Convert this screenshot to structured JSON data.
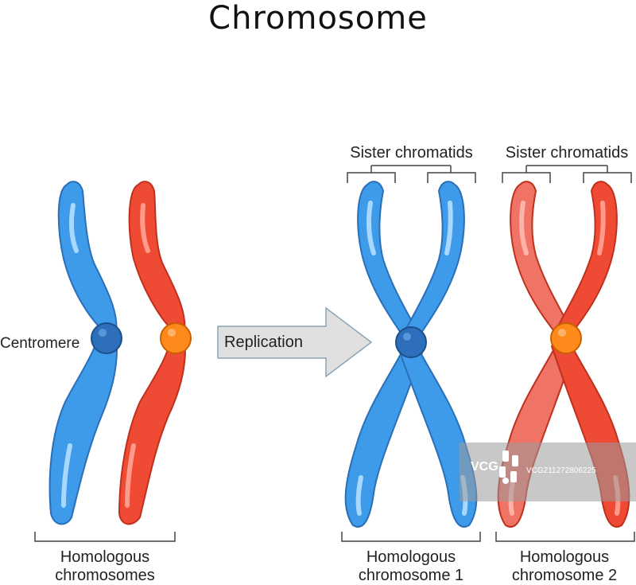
{
  "title": "Chromosome",
  "labels": {
    "centromere": "Centromere",
    "replication": "Replication",
    "sister_chromatids_1": "Sister chromatids",
    "sister_chromatids_2": "Sister chromatids",
    "homologous_left_line1": "Homologous",
    "homologous_left_line2": "chromosomes",
    "homologous_1_line1": "Homologous",
    "homologous_1_line2": "chromosome 1",
    "homologous_2_line1": "Homologous",
    "homologous_2_line2": "chromosome 2"
  },
  "watermark": {
    "brand": "VCG",
    "code": "VCG211272806225"
  },
  "colors": {
    "blue": "#3d9be9",
    "blue_dark": "#2a6fb8",
    "red": "#ee4a34",
    "red_dark": "#c0301e",
    "red_light": "#f07466",
    "centromere_blue": "#2d6fba",
    "centromere_orange": "#ff8a1c",
    "arrow_fill": "#e0e0e0"
  }
}
